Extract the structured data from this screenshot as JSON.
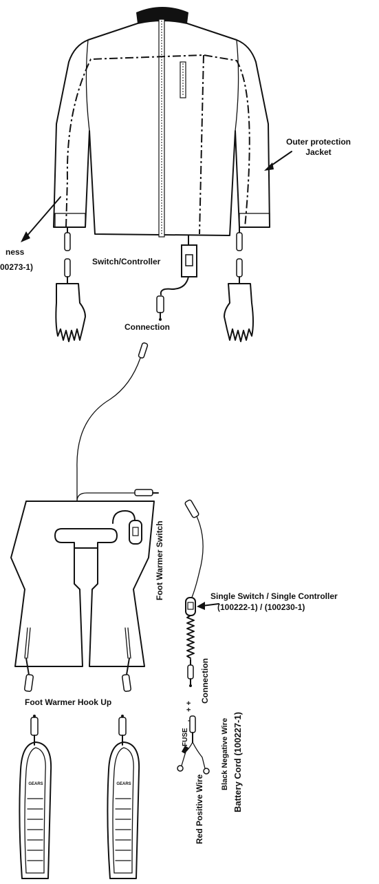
{
  "labels": {
    "outer_jacket": [
      "Outer protection",
      "Jacket"
    ],
    "harness": [
      "ness",
      "00273-1)"
    ],
    "switch_controller": "Switch/Controller",
    "connection_top": "Connection",
    "foot_warmer_switch": "Foot Warmer Switch",
    "single_switch": [
      "Single  Switch / Single Controller",
      "(100222-1) / (100230-1)"
    ],
    "connection_side": "Connection",
    "plus_minus": "+ +",
    "minus_sign": "–",
    "fuse": "FUSE",
    "foot_warmer_hookup": "Foot Warmer Hook Up",
    "red_wire": "Red Positive Wire",
    "black_wire": "Black Negative Wire",
    "battery_cord": "Battery Cord (100227-1)",
    "insole_brand": "GEARS"
  },
  "colors": {
    "line": "#111111",
    "background": "#ffffff"
  }
}
